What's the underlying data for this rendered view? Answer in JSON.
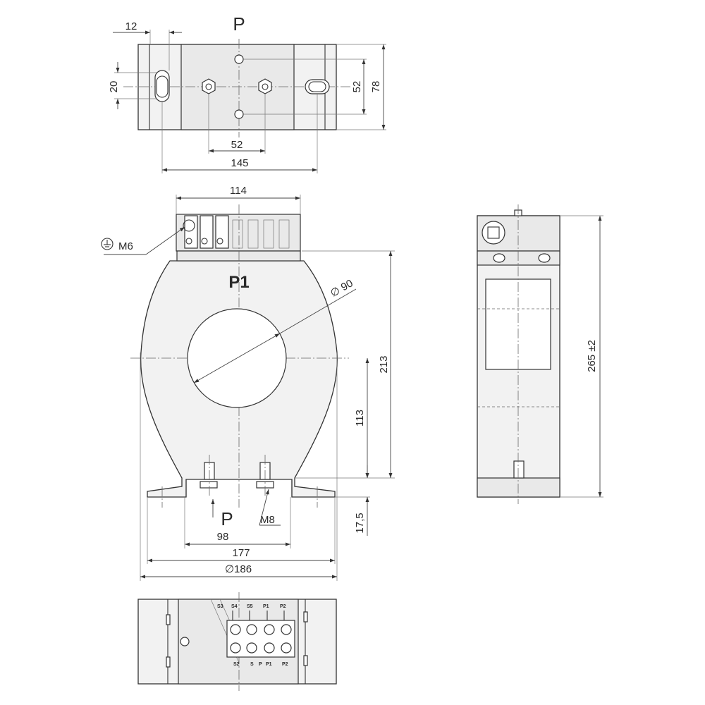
{
  "top_view": {
    "label": "P",
    "dims": {
      "d12": "12",
      "d20": "20",
      "d52_right": "52",
      "d78": "78",
      "d52_bottom": "52",
      "d145": "145"
    }
  },
  "front_view": {
    "label_p1": "P1",
    "label_p": "P",
    "dims": {
      "d114": "114",
      "phi90": "∅ 90",
      "d213": "213",
      "d113": "113",
      "d17_5": "17,5",
      "d98": "98",
      "d177": "177",
      "phi186": "∅186"
    },
    "callouts": {
      "ground_bolt": "M6",
      "terminal_bolt": "M8"
    },
    "ground_symbol": "earth-ground-icon"
  },
  "side_view": {
    "dims": {
      "height": "265 ±2"
    }
  },
  "bottom_view": {
    "terminal_labels_top": [
      "S3",
      "S4",
      "S5",
      "P1",
      "P2"
    ],
    "terminal_labels_bottom": [
      "S2",
      "S",
      "P",
      "P1",
      "P2"
    ]
  }
}
